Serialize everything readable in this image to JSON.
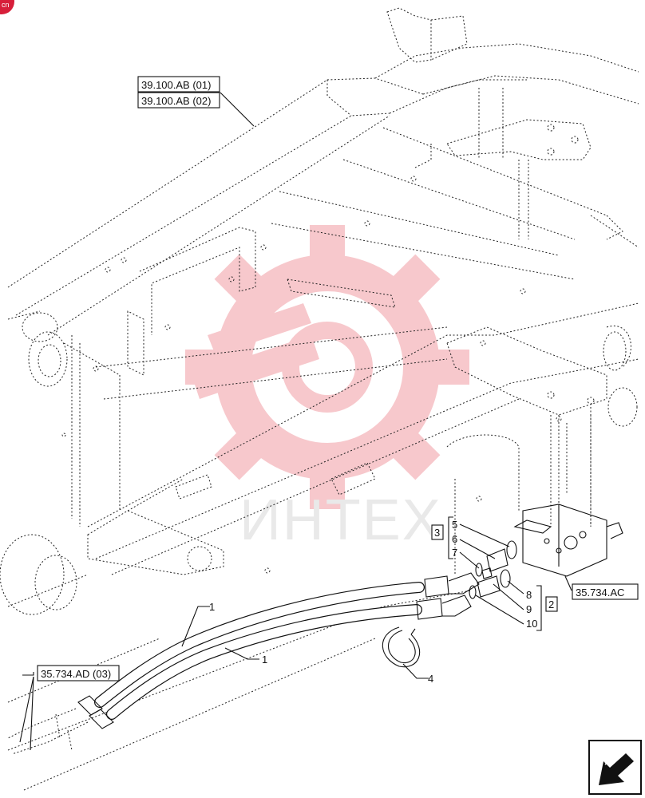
{
  "references": {
    "ref_39_01": "39.100.AB (01)",
    "ref_39_02": "39.100.AB (02)",
    "ref_35_ac": "35.734.AC",
    "ref_35_ad": "35.734.AD (03)"
  },
  "group_labels": {
    "group_3": "3",
    "group_2": "2"
  },
  "callouts": {
    "c1a": "1",
    "c1b": "1",
    "c4": "4",
    "c5": "5",
    "c6": "6",
    "c7": "7",
    "c8": "8",
    "c9": "9",
    "c10": "10"
  },
  "watermark": {
    "text": "ИНТЕХ"
  },
  "colors": {
    "watermark_red": "#f7c8cc",
    "corner_badge": "#d71f3a",
    "line": "#111111"
  },
  "icons": {
    "corner_badge": "red-corner-badge-icon",
    "nav_arrow": "navigation-arrow-icon"
  }
}
